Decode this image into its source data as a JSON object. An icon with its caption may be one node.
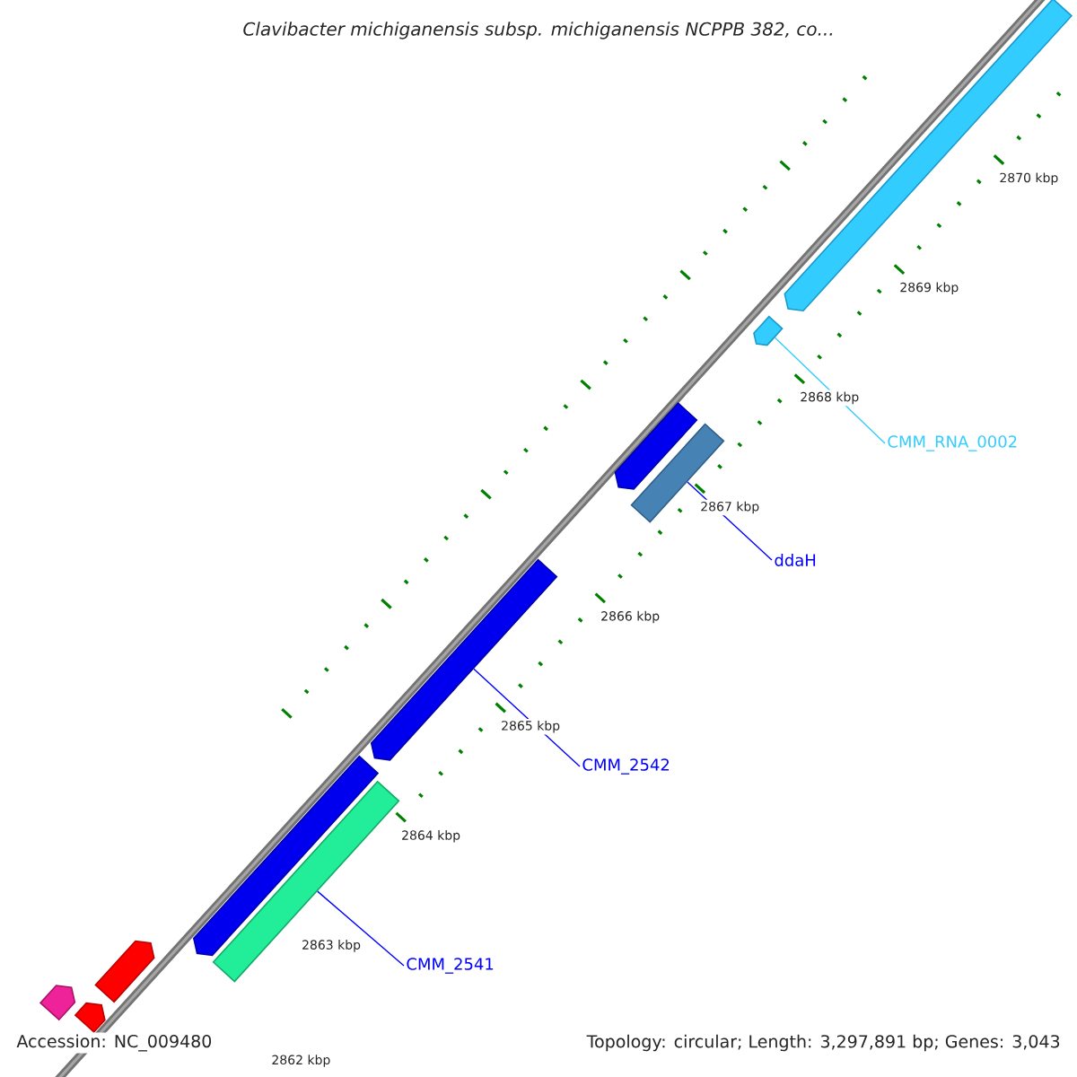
{
  "diagram": {
    "title": "Clavibacter michiganensis subsp. michiganensis NCPPB 382, co...",
    "nodes": [
      {
        "text": [],
        "shape": "bar"
      },
      {
        "text": [],
        "shape": "bar"
      },
      {
        "text": [
          "CMM_RNA_0002"
        ]
      },
      {
        "text": [],
        "shape": "bar"
      },
      {
        "text": [],
        "shape": "bar"
      },
      {
        "text": [
          "ddaH"
        ]
      },
      {
        "text": [],
        "shape": "bar"
      },
      {
        "text": [
          "CMM_2542"
        ]
      },
      {
        "text": [],
        "shape": "bar"
      },
      {
        "text": [],
        "shape": "bar"
      },
      {
        "text": [
          "CMM_2541"
        ]
      },
      {
        "text": [],
        "shape": "bar"
      },
      {
        "text": [],
        "shape": "bar"
      },
      {
        "text": [],
        "shape": "bar"
      }
    ],
    "edges": [
      {
        "from": 2,
        "to": 1,
        "arrow": "none",
        "color": "#33ccff"
      },
      {
        "from": 5,
        "to": 4,
        "arrow": "none"
      },
      {
        "from": 7,
        "to": 6,
        "arrow": "none"
      },
      {
        "from": 10,
        "to": 9,
        "arrow": "none"
      }
    ],
    "labels": [
      "2870 kbp",
      "2869 kbp",
      "2868 kbp",
      "2867 kbp",
      "2866 kbp",
      "2865 kbp",
      "2864 kbp",
      "2863 kbp",
      "Accession: NC_009480",
      "Topology: circular; Length: 3,297,891 bp; Genes: 3,043",
      "2862 kbp"
    ]
  }
}
